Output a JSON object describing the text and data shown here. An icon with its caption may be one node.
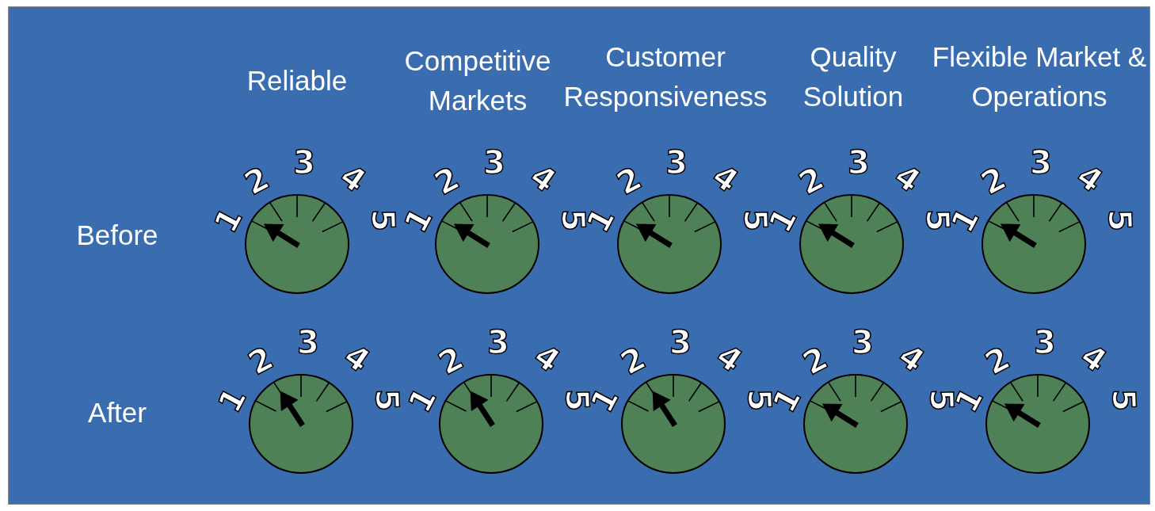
{
  "diagram": {
    "nodes": [
      {
        "text": [
          "1",
          "2",
          "3",
          "4",
          "5"
        ]
      },
      {
        "text": [
          "1",
          "2",
          "3",
          "4",
          "5"
        ]
      },
      {
        "text": [
          "1",
          "2",
          "3",
          "4",
          "5"
        ]
      },
      {
        "text": [
          "1",
          "2",
          "3",
          "4",
          "5"
        ]
      },
      {
        "text": [
          "1",
          "2",
          "3",
          "4",
          "5"
        ]
      },
      {
        "text": [
          "1",
          "2",
          "3",
          "4",
          "5"
        ]
      },
      {
        "text": [
          "1",
          "2",
          "3",
          "4",
          "5"
        ]
      },
      {
        "text": [
          "1",
          "2",
          "3",
          "4",
          "5"
        ]
      },
      {
        "text": [
          "1",
          "2",
          "3",
          "4",
          "5"
        ]
      },
      {
        "text": [
          "1",
          "2",
          "3",
          "4",
          "5"
        ]
      }
    ],
    "labels": [
      "Reliable",
      "Competitive Markets",
      "Customer Responsiveness",
      "Quality Solution",
      "Flexible Market & Operations",
      "Before",
      "After"
    ]
  }
}
